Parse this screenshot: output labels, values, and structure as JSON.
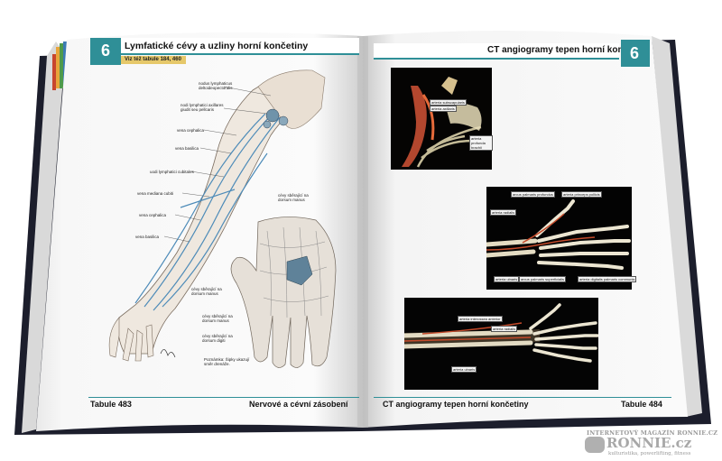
{
  "left_page": {
    "chapter_number": "6",
    "header_title": "Lymfatické cévy a uzliny horní končetiny",
    "cross_reference": "Viz též tabule 184, 460",
    "figure_labels": [
      "nodus lymphaticus deltoideopectoralis",
      "nodi lymphatici axillares giudit seu pellcaris",
      "vena cephalica",
      "vena basilica",
      "uodi lymphatici cubitales",
      "vena mediana cubiti",
      "vena cephalica",
      "vena basilica",
      "cévy sběrající na dorsum manus",
      "cévy sběrající na dorsum manus",
      "cévy sběrající na dorsum manus",
      "cévy sběrající na dorsum digiti",
      "Poznámka: Šipky ukazují směr drenáže."
    ],
    "footer_left": "Tabule 483",
    "footer_right": "Nervové a cévní zásobení"
  },
  "right_page": {
    "header_title": "CT angiogramy tepen horní končetiny",
    "chapter_number": "6",
    "ct_labels_top": [
      "arteria subscapularis",
      "arteria axillaris",
      "arteria profunda brachii"
    ],
    "ct_labels_middle": [
      "arcus palmaris profundus",
      "arteria princeps pollicis",
      "arteria radialis",
      "arteria ulnaris",
      "arcus palmaris superficialis",
      "arteria digitalis palmaris communis"
    ],
    "ct_labels_bottom": [
      "arteria interossea anterior",
      "arteria radialis",
      "arteria ulnaris"
    ],
    "footer_left": "CT angiogramy tepen horní končetiny",
    "footer_right": "Tabule 484"
  },
  "watermark": {
    "top": "INTERNETOVÝ MAGAZÍN RONNIE.CZ",
    "brand": "RONNIE.cz",
    "tagline": "kulturistika, powerlifting, fitness"
  },
  "colors": {
    "chapter_tab": "#2f8f97",
    "accent_yellow": "#e6c86a",
    "book_cover": "#1c1e2c",
    "lymph_vessel": "#4d8bb8"
  }
}
